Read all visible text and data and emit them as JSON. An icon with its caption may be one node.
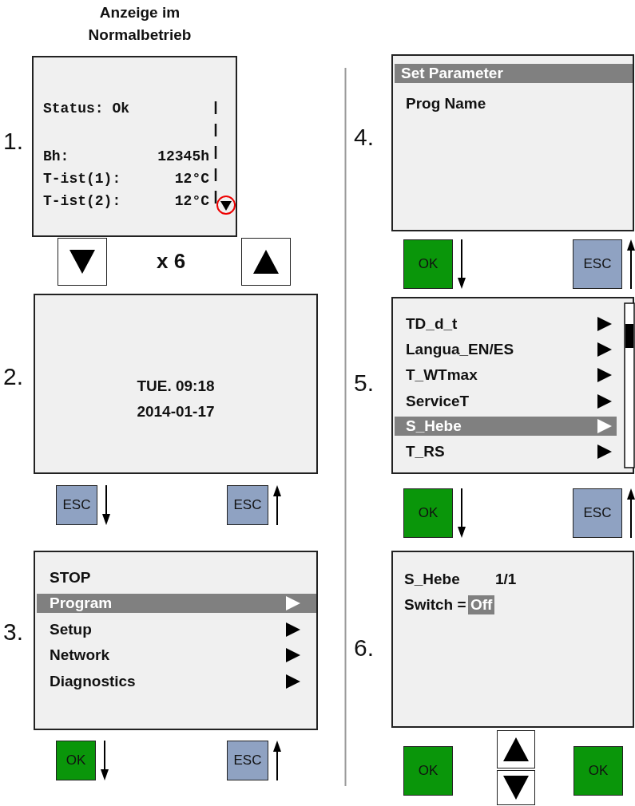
{
  "diagram": {
    "nodes": [
      {
        "text": [
          "Status: Ok",
          "Bh:",
          "12345h",
          "T-ist(1):",
          "12°C",
          "T-ist(2):",
          "12°C"
        ],
        "beside": [
          "1."
        ]
      },
      {
        "text": [],
        "shape": "box"
      },
      {
        "text": [],
        "shape": "box"
      },
      {
        "text": [
          "TUE. 09:18",
          "2014-01-17"
        ],
        "beside": [
          "2."
        ]
      },
      {
        "text": [
          "ESC"
        ]
      },
      {
        "text": [
          "ESC"
        ]
      },
      {
        "text": [
          "STOP",
          "Program",
          "Setup",
          "Network",
          "Diagnostics"
        ],
        "beside": [
          "3."
        ]
      },
      {
        "text": [
          "OK"
        ]
      },
      {
        "text": [
          "ESC"
        ]
      },
      {
        "text": [
          "Set Parameter",
          "Prog Name"
        ],
        "beside": [
          "4."
        ]
      },
      {
        "text": [
          "OK"
        ]
      },
      {
        "text": [
          "ESC"
        ]
      },
      {
        "text": [
          "TD_d_t",
          "Langua_EN/ES",
          "T_WTmax",
          "ServiceT",
          "S_Hebe",
          "T_RS"
        ],
        "beside": [
          "5."
        ]
      },
      {
        "text": [
          "OK"
        ]
      },
      {
        "text": [
          "ESC"
        ]
      },
      {
        "text": [
          "S_Hebe",
          "1/1",
          "Switch =",
          "Off"
        ],
        "beside": [
          "6."
        ]
      },
      {
        "text": [
          "OK"
        ]
      },
      {
        "text": [],
        "shape": "box"
      },
      {
        "text": [],
        "shape": "box"
      },
      {
        "text": [
          "OK"
        ]
      }
    ],
    "labels": [
      "Anzeige im Normalbetrieb",
      "x 6"
    ]
  }
}
